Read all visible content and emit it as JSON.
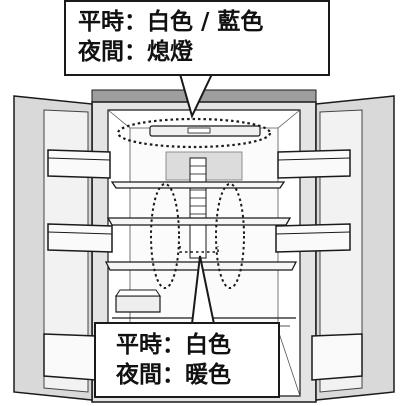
{
  "callouts": {
    "top": {
      "line1": "平時：白色 / 藍色",
      "line2": "夜間：熄燈"
    },
    "bottom": {
      "line1": "平時：白色",
      "line2": "夜間：暖色"
    }
  },
  "colors": {
    "outline": "#1a1a1a",
    "cabinet_gray": "#b5b5b5",
    "door_gray": "#d9d9d9",
    "interior": "#ffffff"
  }
}
